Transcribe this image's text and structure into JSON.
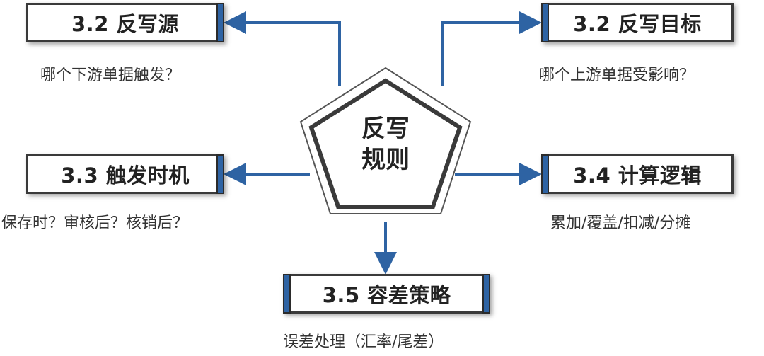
{
  "center": {
    "line1": "反写",
    "line2": "规则"
  },
  "colors": {
    "accent": "#2e63a3",
    "border": "#3a3a3a"
  },
  "nodes": {
    "source": {
      "label": "3.2 反写源",
      "desc": "哪个下游单据触发？"
    },
    "target": {
      "label": "3.2 反写目标",
      "desc": "哪个上游单据受影响？"
    },
    "timing": {
      "label": "3.3 触发时机",
      "desc": "保存时？审核后？核销后？"
    },
    "logic": {
      "label": "3.4 计算逻辑",
      "desc": "累加/覆盖/扣减/分摊"
    },
    "tolerance": {
      "label": "3.5 容差策略",
      "desc": "误差处理（汇率/尾差）"
    }
  }
}
